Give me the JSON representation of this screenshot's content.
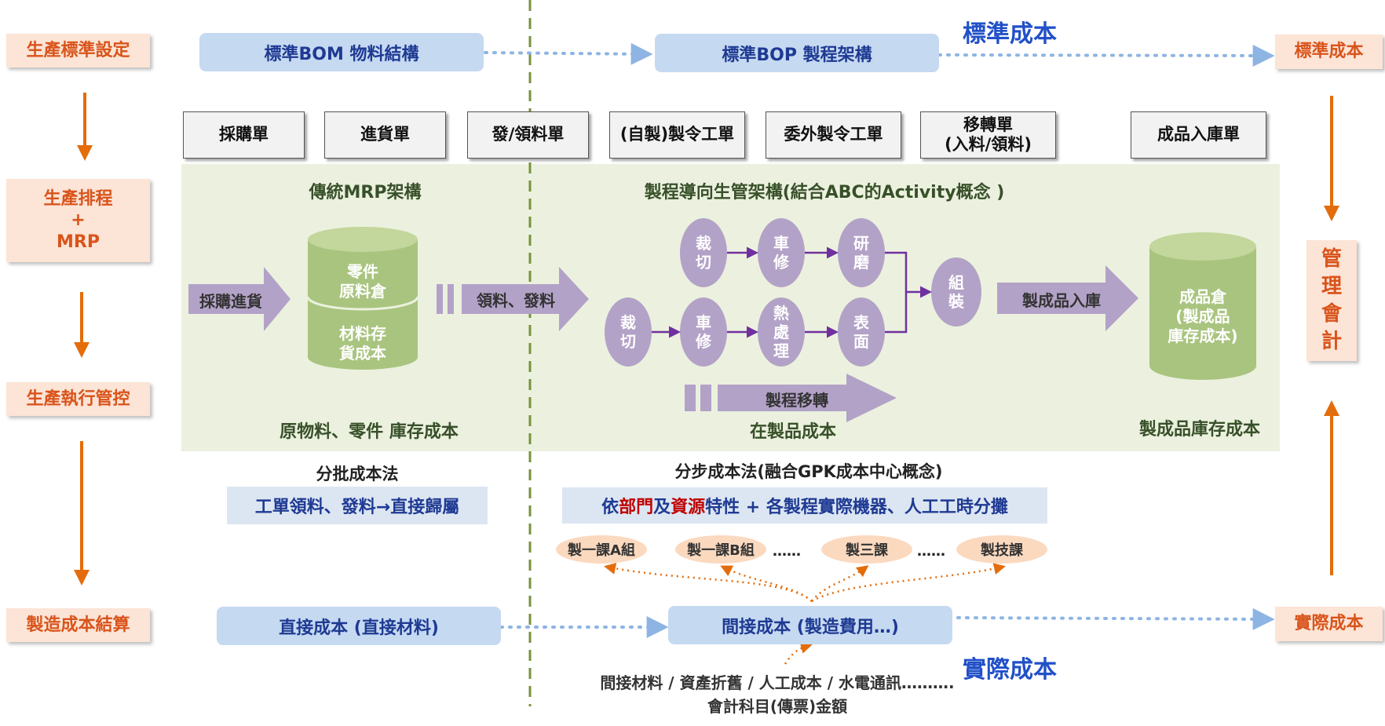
{
  "left_steps": [
    {
      "text": "生產標準設定"
    },
    {
      "text": "生產排程\n+\nMRP"
    },
    {
      "text": "生產執行管控"
    },
    {
      "text": "製造成本結算"
    }
  ],
  "top_row": {
    "bom": "標準BOM 物料結構",
    "bop": "標準BOP 製程架構",
    "standard_cost_title": "標準成本",
    "standard_cost_box": "標準成本"
  },
  "documents": [
    "採購單",
    "進貨單",
    "發/領料單",
    "(自製)製令工單",
    "委外製令工單",
    "移轉單\n(入料/領料)",
    "成品入庫單"
  ],
  "green_area": {
    "mrp_title": "傳統MRP架構",
    "process_title": "製程導向生管架構(結合ABC的Activity概念 )",
    "purchase_arrow": "採購進貨",
    "warehouse_top": "零件\n原料倉",
    "warehouse_bottom": "材料存\n貨成本",
    "issue_arrow": "領料、發料",
    "row1": [
      "裁\n切",
      "車\n修",
      "研\n磨"
    ],
    "row2": [
      "裁\n切",
      "車\n修",
      "熱\n處\n理",
      "表\n面"
    ],
    "assembly": "組\n裝",
    "finished_in_arrow": "製成品入庫",
    "finished_warehouse": "成品倉\n(製成品\n庫存成本)",
    "transfer_arrow": "製程移轉",
    "raw_cost": "原物料、零件 庫存成本",
    "wip_cost": "在製品成本",
    "finished_cost": "製成品庫存成本"
  },
  "methods": {
    "batch_title": "分批成本法",
    "batch_desc": "工單領料、發料→直接歸屬",
    "process_title": "分步成本法(融合GPK成本中心概念)",
    "process_desc_parts": [
      "依",
      "部門",
      "及",
      "資源",
      "特性 + 各製程實際機器、人工工時分攤"
    ],
    "depts": [
      "製一課A組",
      "製一課B組",
      "製三課",
      "製技課"
    ],
    "ellipsis": "……"
  },
  "bottom_row": {
    "direct": "直接成本 (直接材料)",
    "indirect": "間接成本 (製造費用…)",
    "actual_cost_box": "實際成本",
    "actual_cost_title": "實際成本",
    "items": "間接材料 / 資產折舊 / 人工成本 / 水電通訊……….",
    "items2": "會計科目(傳票)金額"
  },
  "management": "管\n理\n會\n計",
  "colors": {
    "orange": "#e46c0a",
    "green_bg": "#ebf1de",
    "purple": "#8064a2",
    "purple_node": "#b3a2c7",
    "blue_box": "#c5d9f1",
    "dash_green": "#77933c",
    "dot_blue": "#8eb4e3",
    "dot_orange": "#e46c0a"
  }
}
